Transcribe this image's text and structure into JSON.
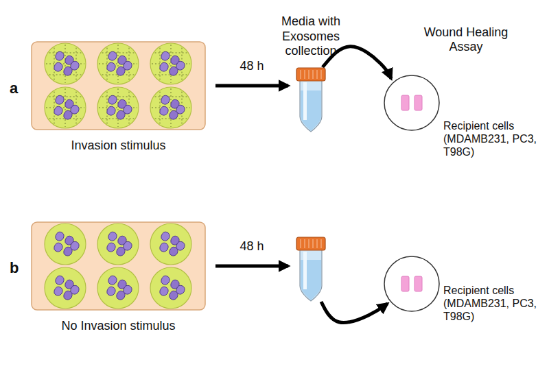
{
  "diagram": {
    "nodes": [
      {
        "text": [
          "Invasion stimulus"
        ]
      },
      {
        "text": [
          "Media with Exosomes collection"
        ]
      },
      {
        "text": [
          "Wound Healing Assay",
          "Recipient cells (MDAMB231, PC3, T98G)"
        ]
      },
      {
        "text": [
          "No Invasion stimulus"
        ]
      },
      {
        "text": []
      },
      {
        "text": [
          "Recipient cells (MDAMB231, PC3, T98G)"
        ]
      }
    ],
    "edges": [
      {
        "from": 0,
        "to": 1,
        "label": "48 h",
        "arrow": "to"
      },
      {
        "from": 1,
        "to": 2,
        "arrow": "to"
      },
      {
        "from": 3,
        "to": 4,
        "label": "48 h",
        "arrow": "to"
      },
      {
        "from": 4,
        "to": 5,
        "arrow": "to"
      }
    ],
    "labels": [
      "a",
      "b"
    ]
  }
}
